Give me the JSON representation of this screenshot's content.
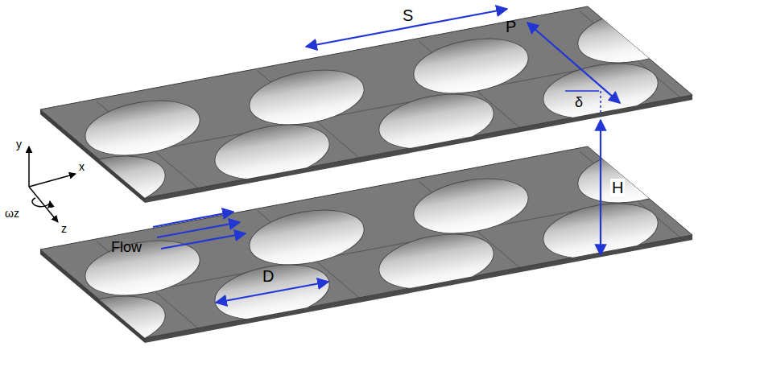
{
  "diagram": {
    "labels": [
      "S",
      "P",
      "δ",
      "H",
      "D",
      "Flow",
      "y",
      "x",
      "z",
      "ωz"
    ]
  }
}
